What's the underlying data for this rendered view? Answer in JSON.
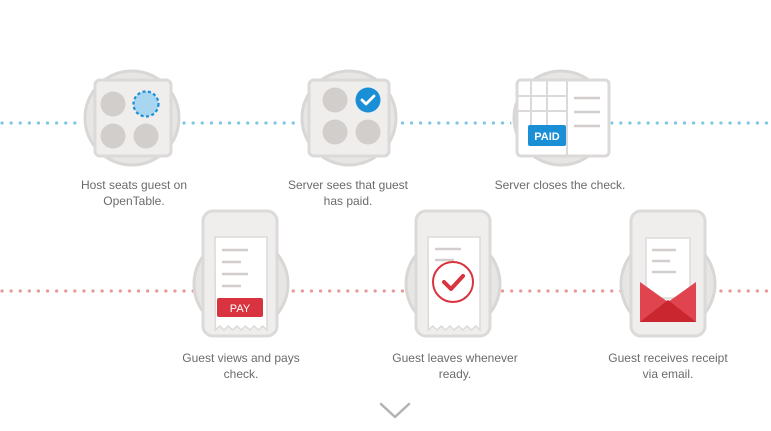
{
  "host_flow": {
    "steps": [
      {
        "icon": "table-seating-icon",
        "caption_line1": "Host seats guest on",
        "caption_line2": "OpenTable."
      },
      {
        "icon": "table-paid-check-icon",
        "caption_line1": "Server sees that guest",
        "caption_line2": "has paid."
      },
      {
        "icon": "closed-check-icon",
        "badge": "PAID",
        "caption_line1": "Server closes the check.",
        "caption_line2": ""
      }
    ],
    "line_color": "#7ec8e3"
  },
  "guest_flow": {
    "steps": [
      {
        "icon": "phone-pay-icon",
        "badge": "PAY",
        "caption_line1": "Guest views and pays",
        "caption_line2": "check."
      },
      {
        "icon": "phone-checkmark-icon",
        "caption_line1": "Guest leaves whenever",
        "caption_line2": "ready."
      },
      {
        "icon": "phone-email-receipt-icon",
        "caption_line1": "Guest receives receipt",
        "caption_line2": "via email."
      }
    ],
    "line_color": "#e89a9a"
  },
  "colors": {
    "circle_bg": "#e8e6e5",
    "circle_ring": "#d9d7d5",
    "frame": "#dcdad8",
    "blue": "#1a8fd6",
    "red": "#d9333f",
    "text": "#6b6b6b"
  },
  "scroll_icon": "chevron-down-icon"
}
